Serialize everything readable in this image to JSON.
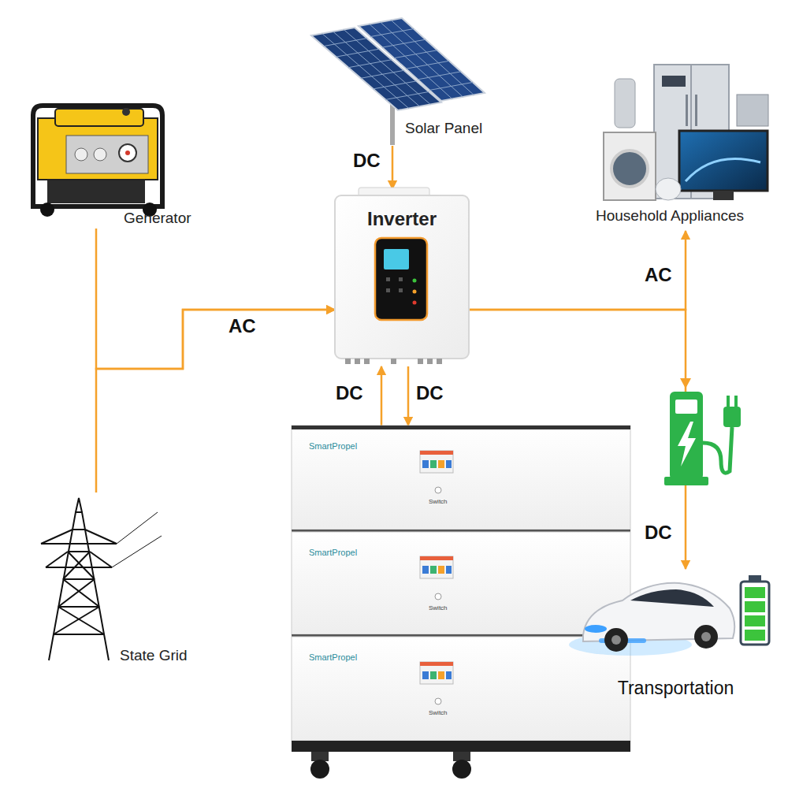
{
  "diagram": {
    "nodes": [
      {
        "text": [
          "Solar Panel"
        ]
      },
      {
        "text": [
          "Generator"
        ]
      },
      {
        "text": [
          "Household Appliances"
        ]
      },
      {
        "text": [
          "Inverter"
        ]
      },
      {
        "text": [
          "SmartPropel",
          "Switch"
        ]
      },
      {
        "text": [
          "SmartPropel",
          "Switch"
        ]
      },
      {
        "text": [
          "SmartPropel",
          "Switch"
        ]
      },
      {
        "text": [
          "State Grid"
        ]
      },
      {
        "text": [
          "Transportation"
        ]
      }
    ],
    "edges": [
      {
        "from": 0,
        "to": 3,
        "label": "DC",
        "arrow": "to"
      },
      {
        "from": 1,
        "to": 3,
        "label": "AC",
        "arrow": "to"
      },
      {
        "from": 7,
        "to": 3,
        "arrow": "to"
      },
      {
        "from": 3,
        "to": 2,
        "label": "AC",
        "arrow": "to"
      },
      {
        "from": 4,
        "to": 3,
        "label": "DC",
        "arrow": "to"
      },
      {
        "from": 3,
        "to": 4,
        "label": "DC",
        "arrow": "to"
      },
      {
        "from": 3,
        "to": 8,
        "label": "DC",
        "arrow": "to"
      }
    ]
  }
}
